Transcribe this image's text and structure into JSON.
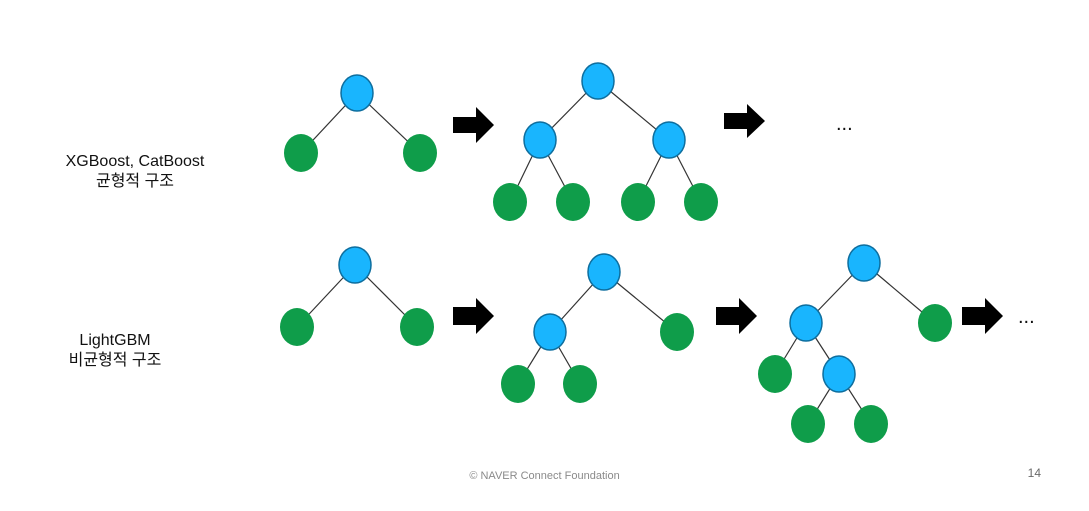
{
  "rows": [
    {
      "label_line1": "XGBoost, CatBoost",
      "label_line2": "균형적 구조",
      "ellipsis": "..."
    },
    {
      "label_line1": "LightGBM",
      "label_line2": "비균형적 구조",
      "ellipsis": "..."
    }
  ],
  "footer": {
    "copyright": "©  NAVER Connect Foundation"
  },
  "page_number": "14",
  "colors": {
    "internal_node": "#19B5FE",
    "leaf_node": "#0F9D4A",
    "node_outline": "#0E6E9E",
    "arrow": "#000000"
  }
}
